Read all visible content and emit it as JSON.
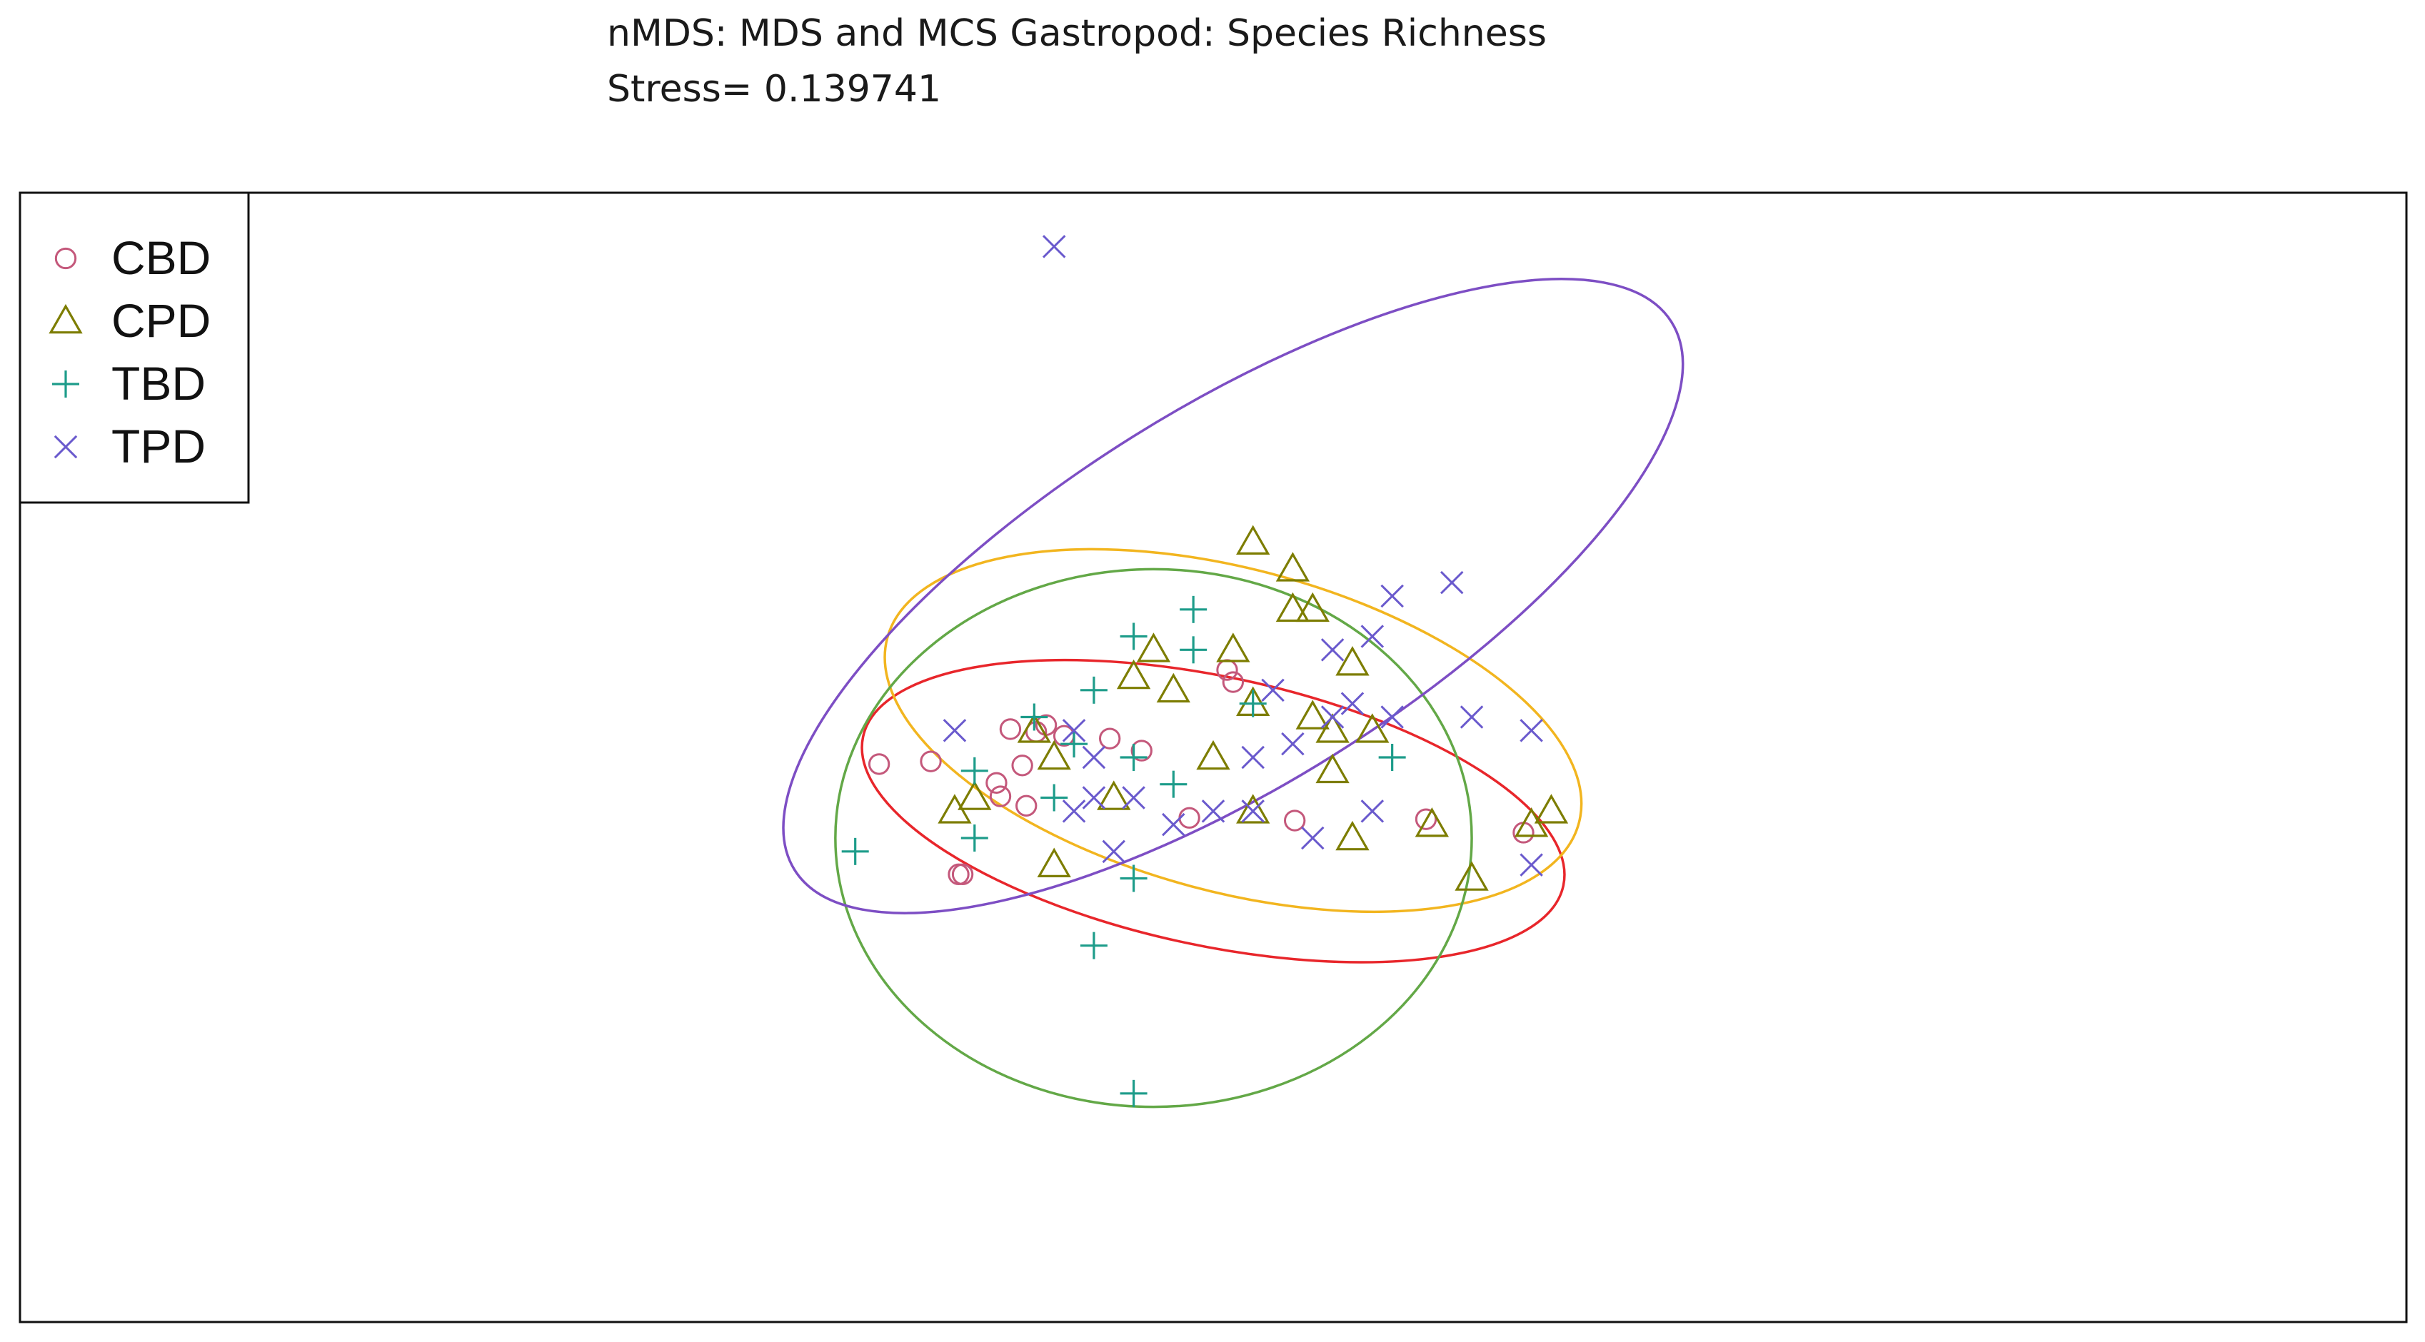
{
  "header": {
    "title": "nMDS: MDS and MCS Gastropod: Species Richness",
    "stress": "Stress= 0.139741"
  },
  "chart_data": {
    "type": "scatter",
    "title": "nMDS: MDS and MCS Gastropod: Species Richness",
    "subtitle": "Stress= 0.139741",
    "xlabel": "",
    "ylabel": "",
    "axes_visible": false,
    "grid": false,
    "legend_position": "top-left",
    "xlim": [
      -0.6,
      0.6
    ],
    "ylim": [
      -0.42,
      0.42
    ],
    "series": [
      {
        "name": "CBD",
        "marker": "circle",
        "color": "#c4587b",
        "ellipse_color": "#e8262b",
        "x": [
          -0.168,
          -0.102,
          -0.089,
          -0.096,
          -0.036,
          -0.075,
          -0.084,
          -0.094,
          -0.107,
          -0.012,
          0.041,
          -0.052,
          0.107,
          0.007,
          -0.142,
          -0.126,
          -0.128,
          -0.109,
          0.01,
          0.156
        ],
        "y": [
          -0.005,
          0.021,
          0.019,
          -0.006,
          0.005,
          0.016,
          0.024,
          -0.036,
          -0.029,
          -0.045,
          -0.047,
          0.014,
          -0.046,
          0.065,
          -0.003,
          -0.087,
          -0.087,
          -0.019,
          0.056,
          -0.056
        ],
        "ellipse": {
          "cx": 0.0,
          "cy": -0.04,
          "rx": 0.18,
          "ry": 0.1,
          "angle_deg": -12
        }
      },
      {
        "name": "CPD",
        "marker": "triangle",
        "color": "#7d7d00",
        "ellipse_color": "#f2b51f",
        "x": [
          0.04,
          0.02,
          0.04,
          0.05,
          0.01,
          0.07,
          -0.03,
          -0.04,
          -0.02,
          0.08,
          0.05,
          0.06,
          0.02,
          -0.09,
          -0.08,
          -0.08,
          0.0,
          0.07,
          -0.13,
          -0.12,
          0.11,
          0.16,
          0.17,
          0.06,
          -0.05,
          0.02,
          0.13
        ],
        "y": [
          0.11,
          0.16,
          0.14,
          0.11,
          0.08,
          0.07,
          0.08,
          0.06,
          0.05,
          0.02,
          0.03,
          0.02,
          0.04,
          0.02,
          0.0,
          -0.08,
          0.0,
          -0.06,
          -0.04,
          -0.03,
          -0.05,
          -0.05,
          -0.04,
          -0.01,
          -0.03,
          -0.04,
          -0.09
        ],
        "ellipse": {
          "cx": 0.01,
          "cy": 0.02,
          "rx": 0.18,
          "ry": 0.12,
          "angle_deg": -15
        }
      },
      {
        "name": "TBD",
        "marker": "plus",
        "color": "#1d9c8a",
        "ellipse_color": "#63a847",
        "x": [
          -0.04,
          -0.01,
          -0.06,
          -0.09,
          -0.07,
          -0.04,
          -0.02,
          -0.12,
          -0.01,
          -0.08,
          0.02,
          -0.18,
          -0.04,
          -0.12,
          -0.06,
          0.09,
          -0.04
        ],
        "y": [
          0.09,
          0.08,
          0.05,
          0.03,
          0.01,
          0.0,
          -0.02,
          -0.01,
          0.11,
          -0.03,
          0.04,
          -0.07,
          -0.09,
          -0.06,
          -0.14,
          0.0,
          -0.25
        ],
        "ellipse": {
          "cx": -0.03,
          "cy": -0.06,
          "rx": 0.16,
          "ry": 0.2,
          "angle_deg": 0
        }
      },
      {
        "name": "TPD",
        "marker": "x",
        "color": "#6a5acd",
        "ellipse_color": "#7d4ec4",
        "x": [
          -0.08,
          0.06,
          0.08,
          0.09,
          0.03,
          -0.13,
          -0.07,
          -0.06,
          0.02,
          0.04,
          0.06,
          0.07,
          0.09,
          0.12,
          0.08,
          -0.04,
          -0.02,
          0.0,
          0.02,
          0.05,
          -0.05,
          0.13,
          0.16,
          0.16,
          -0.06,
          -0.07
        ],
        "y": [
          0.38,
          0.08,
          0.09,
          0.12,
          0.05,
          0.02,
          0.02,
          0.0,
          0.0,
          0.01,
          0.03,
          0.04,
          0.03,
          0.13,
          -0.04,
          -0.03,
          -0.05,
          -0.04,
          -0.04,
          -0.06,
          -0.07,
          0.03,
          -0.08,
          0.02,
          -0.03,
          -0.04
        ],
        "ellipse": {
          "cx": 0.01,
          "cy": 0.12,
          "rx": 0.26,
          "ry": 0.14,
          "angle_deg": 32
        }
      }
    ]
  }
}
